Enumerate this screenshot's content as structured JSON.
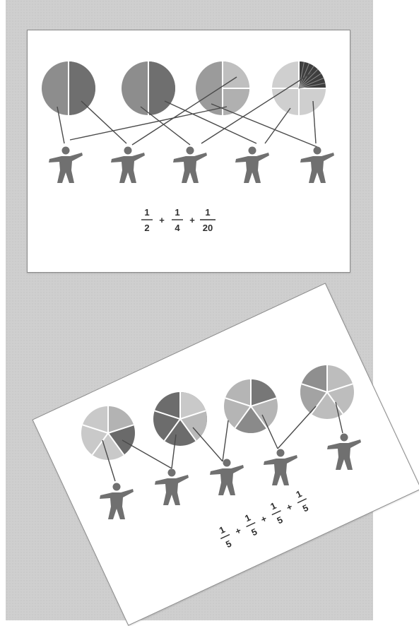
{
  "top_card": {
    "equation": {
      "fractions": [
        {
          "numerator": "1",
          "denominator": "2"
        },
        {
          "numerator": "1",
          "denominator": "4"
        },
        {
          "numerator": "1",
          "denominator": "20"
        }
      ],
      "operator": "+"
    }
  },
  "bottom_card": {
    "equation": {
      "fractions": [
        {
          "numerator": "1",
          "denominator": "5"
        },
        {
          "numerator": "1",
          "denominator": "5"
        },
        {
          "numerator": "1",
          "denominator": "5"
        },
        {
          "numerator": "1",
          "denominator": "5"
        }
      ],
      "operator": "+"
    }
  }
}
